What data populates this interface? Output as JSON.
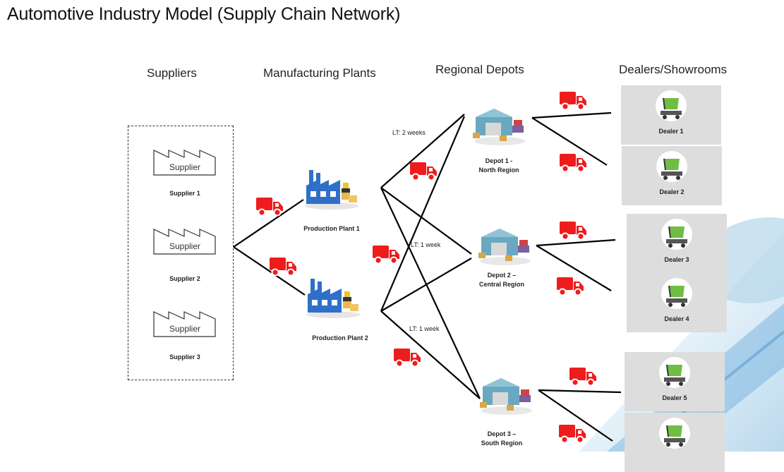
{
  "title": "Automotive Industry Model (Supply Chain Network)",
  "columns": {
    "suppliers": "Suppliers",
    "plants": "Manufacturing Plants",
    "depots": "Regional Depots",
    "dealers": "Dealers/Showrooms"
  },
  "suppliers": [
    {
      "icon_text": "Supplier",
      "label": "Supplier 1"
    },
    {
      "icon_text": "Supplier",
      "label": "Supplier 2"
    },
    {
      "icon_text": "Supplier",
      "label": "Supplier 3"
    }
  ],
  "plants": [
    {
      "label": "Production Plant 1"
    },
    {
      "label": "Production Plant 2"
    }
  ],
  "depots": [
    {
      "line1": "Depot 1  -",
      "line2": "North Region"
    },
    {
      "line1": "Depot 2 –",
      "line2": "Central Region"
    },
    {
      "line1": "Depot 3 –",
      "line2": "South Region"
    }
  ],
  "lead_times": [
    "LT: 2 weeks",
    "LT: 1 week",
    "LT: 1 week"
  ],
  "dealers": [
    {
      "label": "Dealer 1"
    },
    {
      "label": "Dealer 2"
    },
    {
      "label": "Dealer 3"
    },
    {
      "label": "Dealer 4"
    },
    {
      "label": "Dealer 5"
    },
    {
      "label": ""
    }
  ],
  "colors": {
    "truck": "#ee1c1c",
    "line": "#000000",
    "card": "#dddddd",
    "factory_blue": "#2f6fc8",
    "depot_teal": "#6aa8c0",
    "cart_green": "#6fbd45"
  },
  "icons": {
    "truck": "delivery-truck-icon",
    "plant": "factory-plant-icon",
    "depot": "warehouse-depot-icon",
    "dealer": "shopping-cart-icon",
    "supplier": "supplier-factory-icon"
  }
}
